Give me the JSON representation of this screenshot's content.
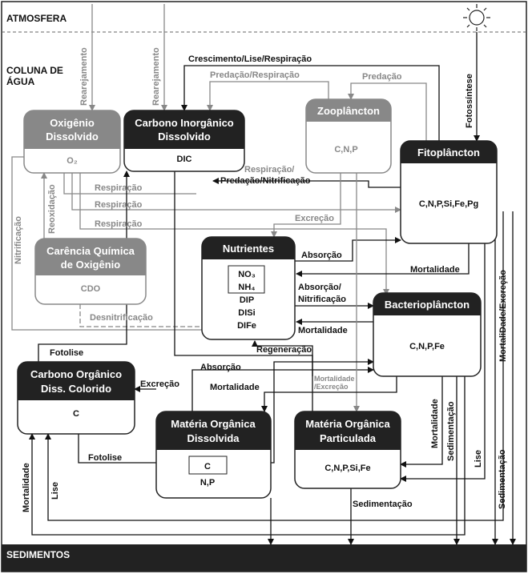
{
  "zones": {
    "atmosphere": "ATMOSFERA",
    "water_column_1": "COLUNA DE",
    "water_column_2": "ÁGUA",
    "sediments": "SEDIMENTOS"
  },
  "boxes": {
    "oxygen": {
      "title1": "Oxigênio",
      "title2": "Dissolvido",
      "body": "O₂"
    },
    "dic": {
      "title1": "Carbono Inorgânico",
      "title2": "Dissolvido",
      "body": "DIC"
    },
    "zooplankton": {
      "title1": "Zooplâncton",
      "body": "C,N,P"
    },
    "phytoplankton": {
      "title1": "Fitoplâncton",
      "body": "C,N,P,Si,Fe,Pg"
    },
    "cdo": {
      "title1": "Carência Química",
      "title2": "de Oxigênio",
      "body": "CDO"
    },
    "nutrients": {
      "title1": "Nutrientes",
      "items": [
        "NO₃",
        "NH₄",
        "DIP",
        "DISi",
        "DIFe"
      ]
    },
    "bacterioplankton": {
      "title1": "Bacterioplâncton",
      "body": "C,N,P,Fe"
    },
    "cdom": {
      "title1": "Carbono Orgânico",
      "title2": "Diss. Colorido",
      "body": "C"
    },
    "dom": {
      "title1": "Matéria Orgânica",
      "title2": "Dissolvida",
      "body1": "C",
      "body2": "N,P"
    },
    "pom": {
      "title1": "Matéria Orgânica",
      "title2": "Particulada",
      "body": "C,N,P,Si,Fe"
    }
  },
  "labels": {
    "rearejamento_1": "Rearejamento",
    "rearejamento_2": "Rearejamento",
    "crescimento": "Crescimento/Lise/Respiração",
    "predacao_resp": "Predação/Respiração",
    "predacao": "Predação",
    "fotossintese": "Fotossíntese",
    "respiracao_1": "Respiração",
    "respiracao_2": "Respiração",
    "respiracao_3": "Respiração",
    "resp_pred_nit_1": "Respiração/",
    "resp_pred_nit_2": "Predação/Nitrificação",
    "excrecao_1": "Excreção",
    "reoxidacao": "Reoxidação",
    "nitrificacao": "Nitrificação",
    "absorcao_1": "Absorção",
    "mortalidade_1": "Mortalidade",
    "absorcao_nit_1": "Absorção/",
    "absorcao_nit_2": "Nitrificação",
    "mortalidade_2": "Mortalidade",
    "desnitrificacao": "Desnitrificação",
    "fotolise_1": "Fotolise",
    "regeneracao": "Regeneração",
    "absorcao_2": "Absorção",
    "mortalidade_excrecao_1": "Mortalidade",
    "mortalidade_excrecao_2": "/Excreção",
    "excrecao_2": "Excreção",
    "mortalidade_3": "Mortalidade",
    "mortalidade_excrecao_v": "MortaliDade/Excreção",
    "mortalidade_v": "Mortalidade",
    "sedimentacao_v1": "Sedimentação",
    "lise_v1": "Lise",
    "sedimentacao_v2": "Sedimentação",
    "fotolise_2": "Fotolise",
    "sedimentacao_h": "Sedimentação",
    "mortalidade_left": "Mortalidade",
    "lise_left": "Lise"
  }
}
